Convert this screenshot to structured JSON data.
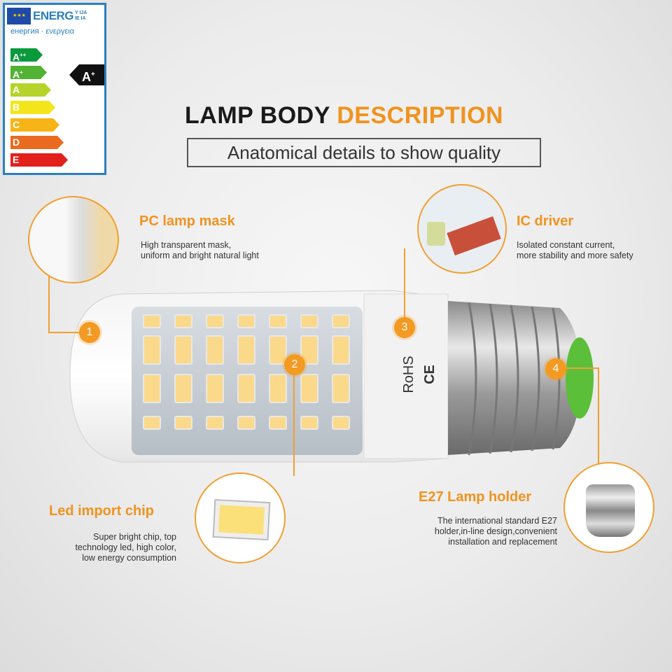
{
  "energy_label": {
    "energ": "ENERG",
    "energ_small_1": "Y IJA",
    "energ_small_2": "IE IA",
    "subtitle": "енергия · ενεργεια",
    "classes": [
      {
        "label": "A",
        "sup": "++",
        "color": "#0a9a3c"
      },
      {
        "label": "A",
        "sup": "+",
        "color": "#52b233"
      },
      {
        "label": "A",
        "sup": "",
        "color": "#b5d32a"
      },
      {
        "label": "B",
        "sup": "",
        "color": "#f2e51c"
      },
      {
        "label": "C",
        "sup": "",
        "color": "#f7b417"
      },
      {
        "label": "D",
        "sup": "",
        "color": "#ea6a1f"
      },
      {
        "label": "E",
        "sup": "",
        "color": "#e2201c"
      }
    ],
    "rating": {
      "label": "A",
      "sup": "+"
    }
  },
  "header": {
    "title_part1": "LAMP BODY",
    "title_part2": "DESCRIPTION",
    "subtitle": "Anatomical details to show quality"
  },
  "features": {
    "pc_mask": {
      "badge": "1",
      "label": "PC lamp mask",
      "lines": [
        "High transparent mask,",
        "uniform and bright natural light"
      ]
    },
    "led_chip": {
      "badge": "2",
      "label": "Led import chip",
      "lines": [
        "Super bright chip, top",
        "technology led, high color,",
        "low energy consumption"
      ]
    },
    "ic_driver": {
      "badge": "3",
      "label": "IC driver",
      "lines": [
        "Isolated constant current,",
        "more stability and more safety"
      ]
    },
    "lamp_holder": {
      "badge": "4",
      "label": "E27 Lamp holder",
      "lines": [
        "The international standard E27",
        "holder,in-line design,convenient",
        "installation and replacement"
      ]
    }
  },
  "bulb_marks": {
    "rohs": "RoHS",
    "ce": "CE"
  },
  "colors": {
    "accent": "#f0931e",
    "title_dark": "#1a1a1a",
    "label_blue": "#2a7fc0"
  }
}
